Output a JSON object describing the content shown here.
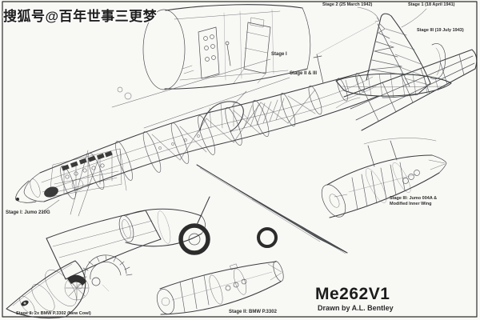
{
  "watermark": "搜狐号@百年世事三更梦",
  "title": {
    "main": "Me262V1",
    "credit": "Drawn by A.L. Bentley"
  },
  "labels": {
    "stage2_date": "Stage 2 (25 March 1942)",
    "stage1_date": "Stage 1 (18 April 1941)",
    "stage3_date": "Stage III (19 July 1943)",
    "stage1_short": "Stage I",
    "stage23_short": "Stage II & III",
    "stage1_engine": "Stage I: Jumo 210G",
    "stage2_engine": "Stage II: BMW P.3302",
    "stage2_nose": "Stage II: 2x BMW P.3302 (New Cowl)",
    "stage3_engine_line1": "Stage III: Jumo 004A &",
    "stage3_engine_line2": "Modified Inner Wing"
  },
  "colors": {
    "paper": "#f8f8f5",
    "ink": "#4b4e52",
    "dark": "#2c2c2c",
    "border": "#2f2f2f"
  }
}
